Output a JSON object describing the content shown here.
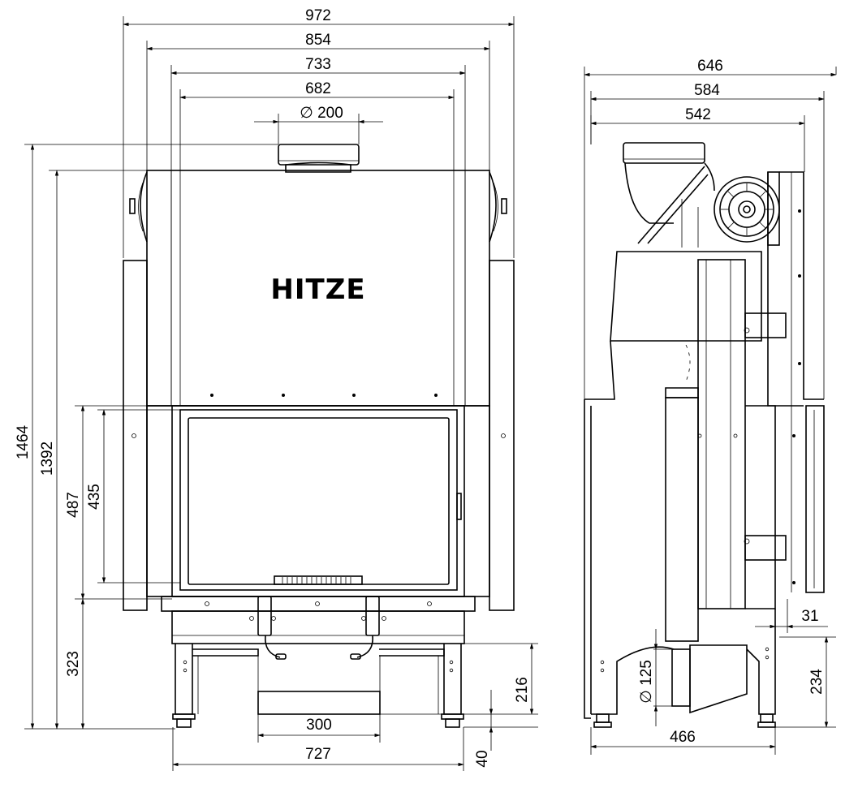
{
  "brand": "HITZE",
  "front_view": {
    "top_dims": [
      "972",
      "854",
      "733",
      "682"
    ],
    "flue_diameter": "200",
    "height_dims": [
      "1464",
      "1392",
      "487",
      "435",
      "323"
    ],
    "bottom_dims": [
      "300",
      "727"
    ],
    "right_dims": [
      "216",
      "40"
    ]
  },
  "side_view": {
    "top_dims": [
      "646",
      "584",
      "542"
    ],
    "air_inlet_diameter": "125",
    "right_dims": [
      "31",
      "234"
    ],
    "bottom_dim": "466"
  },
  "symbols": {
    "diameter": "∅"
  }
}
